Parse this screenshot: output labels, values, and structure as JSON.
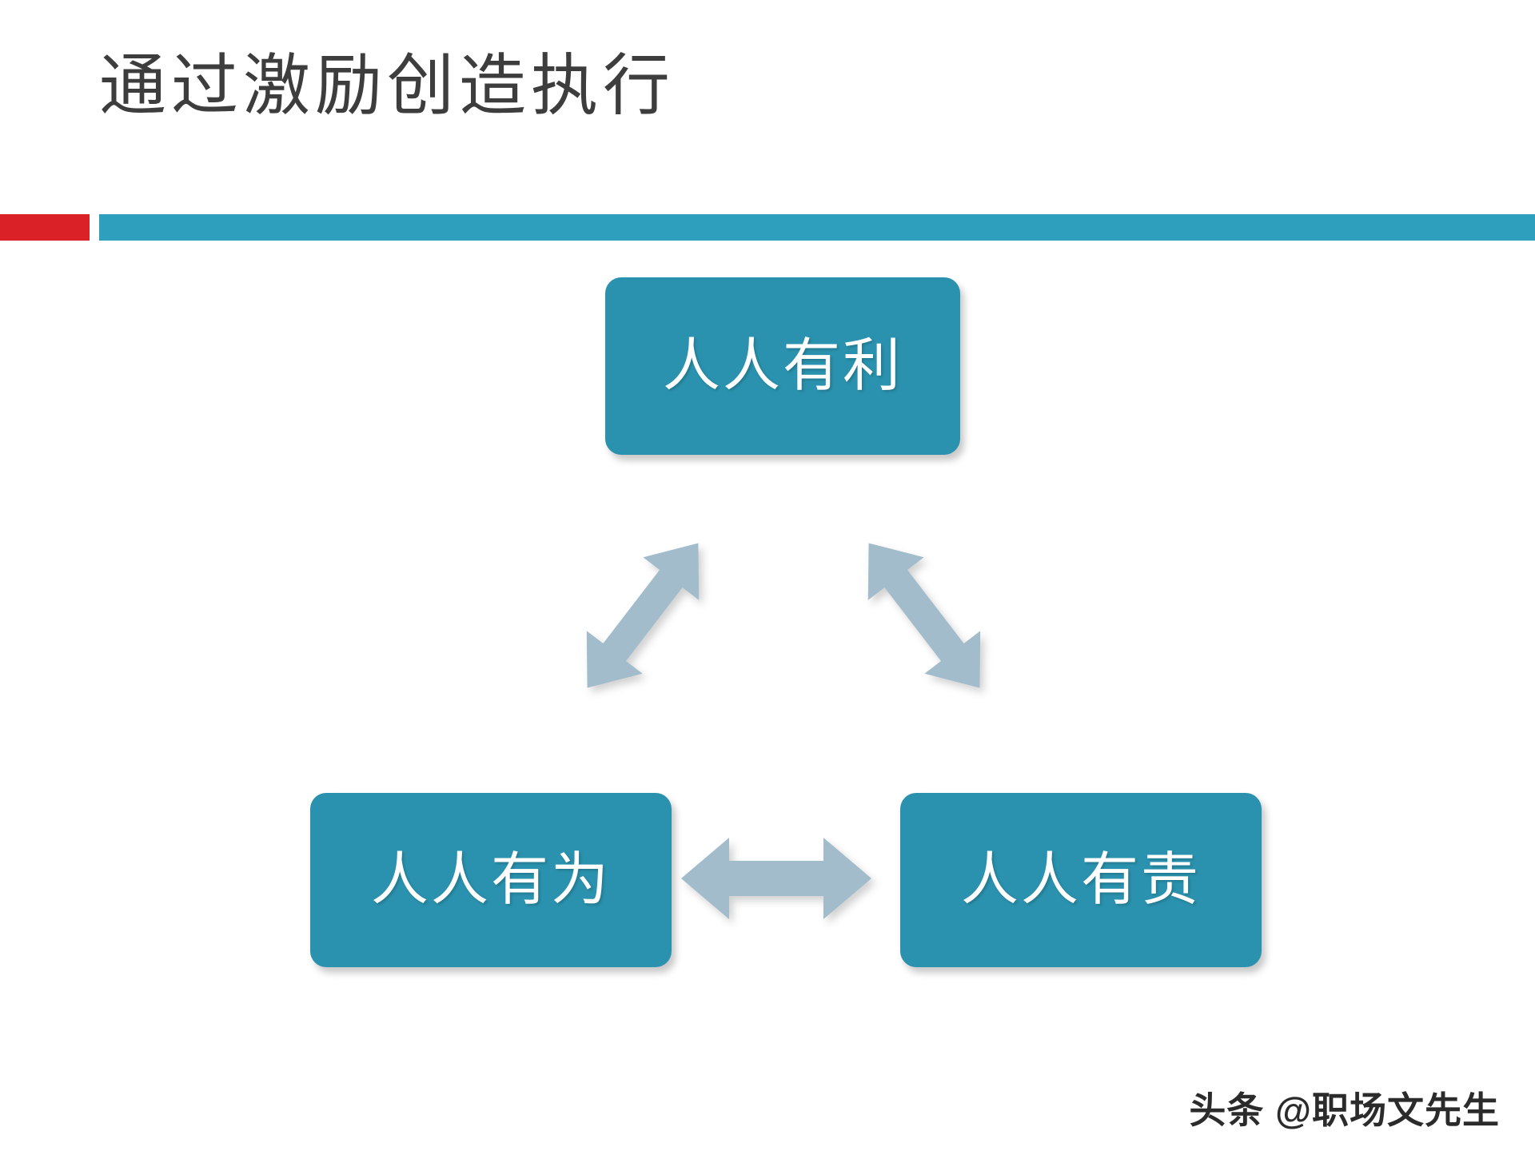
{
  "slide": {
    "title": "通过激励创造执行",
    "background_color": "#FFFFFF",
    "title_color": "#3D3D3D"
  },
  "divider": {
    "red_accent_color": "#DA2128",
    "blue_bar_color": "#2E9FBC"
  },
  "diagram": {
    "type": "triangle-cycle",
    "node_color": "#2A92AE",
    "node_text_color": "#FFFFFF",
    "arrow_color": "#A2BCCB",
    "nodes": [
      {
        "id": "top",
        "label": "人人有利"
      },
      {
        "id": "left",
        "label": "人人有为"
      },
      {
        "id": "right",
        "label": "人人有责"
      }
    ],
    "connectors": [
      {
        "id": "left-diagonal",
        "from": "left",
        "to": "top",
        "style": "double-headed"
      },
      {
        "id": "right-diagonal",
        "from": "top",
        "to": "right",
        "style": "double-headed"
      },
      {
        "id": "horizontal",
        "from": "left",
        "to": "right",
        "style": "double-headed"
      }
    ]
  },
  "watermark": {
    "text": "头条 @职场文先生"
  }
}
